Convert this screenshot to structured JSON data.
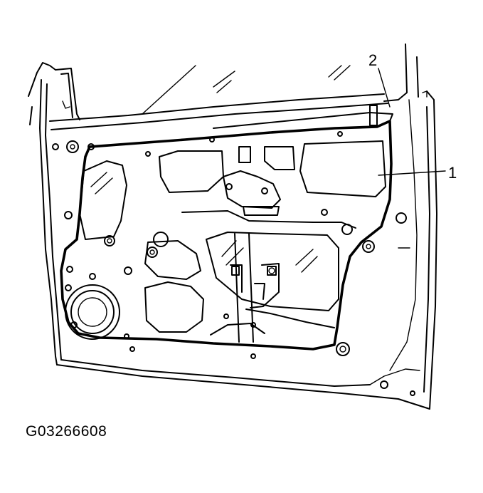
{
  "figure": {
    "id_label": "G03266608",
    "callouts": [
      {
        "number": "1",
        "target": "door-panel-service-hole-cover"
      },
      {
        "number": "2",
        "target": "door-edge-seal"
      }
    ]
  }
}
